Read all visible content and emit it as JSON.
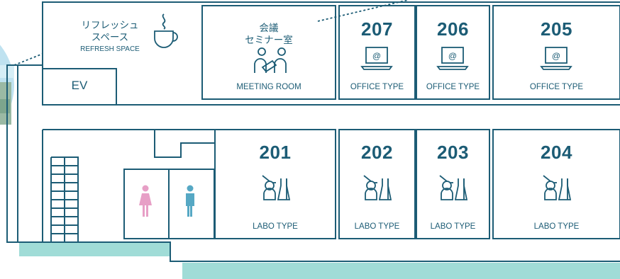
{
  "refresh": {
    "jp_line1": "リフレッシュ",
    "jp_line2": "スペース",
    "en": "REFRESH SPACE"
  },
  "meeting": {
    "jp_line1": "会議",
    "jp_line2": "セミナー室",
    "en": "MEETING ROOM"
  },
  "ev_label": "EV",
  "offices": [
    {
      "number": "207",
      "type": "OFFICE TYPE"
    },
    {
      "number": "206",
      "type": "OFFICE TYPE"
    },
    {
      "number": "205",
      "type": "OFFICE TYPE"
    }
  ],
  "labs": [
    {
      "number": "201",
      "type": "LABO TYPE"
    },
    {
      "number": "202",
      "type": "LABO TYPE"
    },
    {
      "number": "203",
      "type": "LABO TYPE"
    },
    {
      "number": "204",
      "type": "LABO TYPE"
    }
  ],
  "icons": {
    "laptop": "laptop-icon",
    "meeting": "meeting-people-icon",
    "cup": "coffee-cup-icon",
    "lab": "scientist-lab-icon",
    "woman": "female-restroom-icon",
    "man": "male-restroom-icon"
  },
  "colors": {
    "line": "#1c5c75",
    "teal": "#a0dcd7",
    "female": "#e79fc6",
    "male": "#56a8c4",
    "photo_sky": "#bfe2f0"
  }
}
